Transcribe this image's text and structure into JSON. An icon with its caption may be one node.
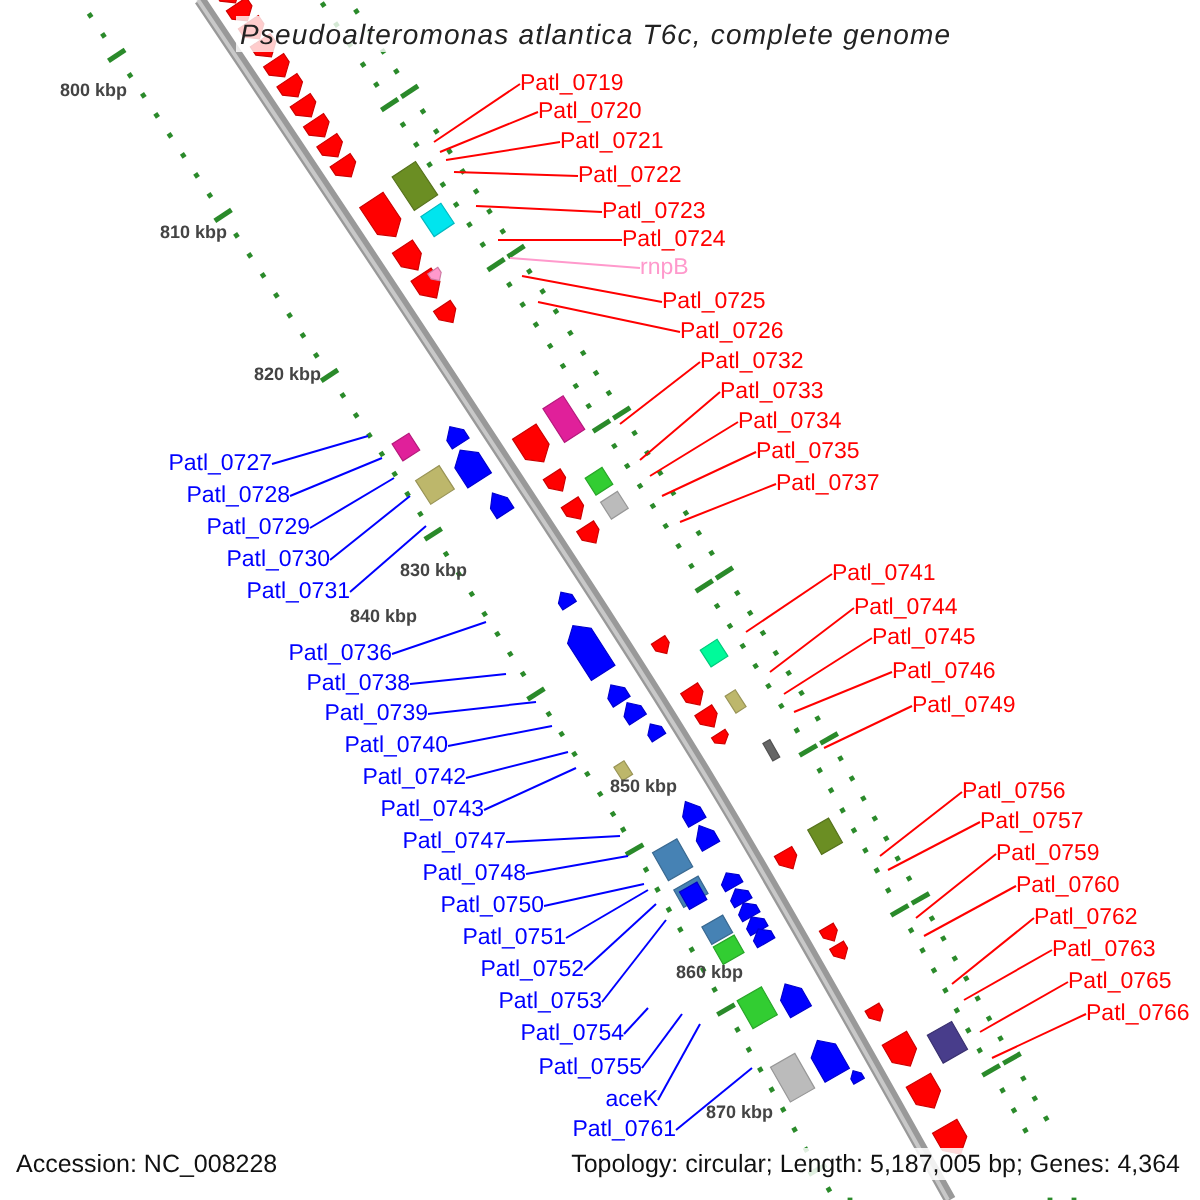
{
  "diagram": {
    "title": "Pseudoalteromonas atlantica T6c, complete genome",
    "nodes": [
      {
        "text": [
          "Patl_0719"
        ]
      },
      {
        "text": [
          "Patl_0720"
        ]
      },
      {
        "text": [
          "Patl_0721"
        ]
      },
      {
        "text": [
          "Patl_0722"
        ]
      },
      {
        "text": [
          "Patl_0723"
        ]
      },
      {
        "text": [
          "Patl_0724"
        ]
      },
      {
        "text": [
          "rnpB"
        ]
      },
      {
        "text": [
          "Patl_0725"
        ]
      },
      {
        "text": [
          "Patl_0726"
        ]
      },
      {
        "text": [
          "Patl_0727"
        ]
      },
      {
        "text": [
          "Patl_0728"
        ]
      },
      {
        "text": [
          "Patl_0729"
        ]
      },
      {
        "text": [
          "Patl_0730"
        ]
      },
      {
        "text": [
          "Patl_0731"
        ]
      },
      {
        "text": [
          "Patl_0732"
        ]
      },
      {
        "text": [
          "Patl_0733"
        ]
      },
      {
        "text": [
          "Patl_0734"
        ]
      },
      {
        "text": [
          "Patl_0735"
        ]
      },
      {
        "text": [
          "Patl_0737"
        ]
      },
      {
        "text": [
          "Patl_0736"
        ]
      },
      {
        "text": [
          "Patl_0738"
        ]
      },
      {
        "text": [
          "Patl_0739"
        ]
      },
      {
        "text": [
          "Patl_0740"
        ]
      },
      {
        "text": [
          "Patl_0741"
        ]
      },
      {
        "text": [
          "Patl_0744"
        ]
      },
      {
        "text": [
          "Patl_0745"
        ]
      },
      {
        "text": [
          "Patl_0746"
        ]
      },
      {
        "text": [
          "Patl_0749"
        ]
      },
      {
        "text": [
          "Patl_0742"
        ]
      },
      {
        "text": [
          "Patl_0743"
        ]
      },
      {
        "text": [
          "Patl_0747"
        ]
      },
      {
        "text": [
          "Patl_0748"
        ]
      },
      {
        "text": [
          "Patl_0750"
        ]
      },
      {
        "text": [
          "Patl_0751"
        ]
      },
      {
        "text": [
          "Patl_0752"
        ]
      },
      {
        "text": [
          "Patl_0753"
        ]
      },
      {
        "text": [
          "Patl_0754"
        ]
      },
      {
        "text": [
          "Patl_0755"
        ]
      },
      {
        "text": [
          "aceK"
        ]
      },
      {
        "text": [
          "Patl_0761"
        ]
      },
      {
        "text": [
          "Patl_0756"
        ]
      },
      {
        "text": [
          "Patl_0757"
        ]
      },
      {
        "text": [
          "Patl_0759"
        ]
      },
      {
        "text": [
          "Patl_0760"
        ]
      },
      {
        "text": [
          "Patl_0762"
        ]
      },
      {
        "text": [
          "Patl_0763"
        ]
      },
      {
        "text": [
          "Patl_0765"
        ]
      },
      {
        "text": [
          "Patl_0766"
        ]
      }
    ],
    "edges": [
      {
        "from": 0,
        "to": null,
        "arrow": "none"
      },
      {
        "from": 1,
        "to": null,
        "arrow": "none"
      },
      {
        "from": 2,
        "to": null,
        "arrow": "none"
      },
      {
        "from": 3,
        "to": null,
        "arrow": "none"
      },
      {
        "from": 4,
        "to": null,
        "arrow": "none"
      },
      {
        "from": 5,
        "to": null,
        "arrow": "none"
      },
      {
        "from": 6,
        "to": null,
        "arrow": "none",
        "color": "#ff99cc"
      },
      {
        "from": 7,
        "to": null,
        "arrow": "none"
      },
      {
        "from": 8,
        "to": null,
        "arrow": "none"
      },
      {
        "from": 9,
        "to": null,
        "arrow": "none",
        "color": "#0000ff"
      },
      {
        "from": 10,
        "to": null,
        "arrow": "none",
        "color": "#0000ff"
      },
      {
        "from": 11,
        "to": null,
        "arrow": "none",
        "color": "#0000ff"
      },
      {
        "from": 12,
        "to": null,
        "arrow": "none",
        "color": "#0000ff"
      },
      {
        "from": 13,
        "to": null,
        "arrow": "none",
        "color": "#0000ff"
      },
      {
        "from": 14,
        "to": null,
        "arrow": "none"
      },
      {
        "from": 15,
        "to": null,
        "arrow": "none"
      },
      {
        "from": 16,
        "to": null,
        "arrow": "none"
      },
      {
        "from": 17,
        "to": null,
        "arrow": "none"
      },
      {
        "from": 18,
        "to": null,
        "arrow": "none"
      },
      {
        "from": 19,
        "to": null,
        "arrow": "none",
        "color": "#0000ff"
      },
      {
        "from": 20,
        "to": null,
        "arrow": "none",
        "color": "#0000ff"
      },
      {
        "from": 21,
        "to": null,
        "arrow": "none",
        "color": "#0000ff"
      },
      {
        "from": 22,
        "to": null,
        "arrow": "none",
        "color": "#0000ff"
      },
      {
        "from": 23,
        "to": null,
        "arrow": "none"
      },
      {
        "from": 24,
        "to": null,
        "arrow": "none"
      },
      {
        "from": 25,
        "to": null,
        "arrow": "none"
      },
      {
        "from": 26,
        "to": null,
        "arrow": "none"
      },
      {
        "from": 27,
        "to": null,
        "arrow": "none"
      },
      {
        "from": 28,
        "to": null,
        "arrow": "none",
        "color": "#0000ff"
      },
      {
        "from": 29,
        "to": null,
        "arrow": "none",
        "color": "#0000ff"
      },
      {
        "from": 30,
        "to": null,
        "arrow": "none",
        "color": "#0000ff"
      },
      {
        "from": 31,
        "to": null,
        "arrow": "none",
        "color": "#0000ff"
      },
      {
        "from": 32,
        "to": null,
        "arrow": "none",
        "color": "#0000ff"
      },
      {
        "from": 33,
        "to": null,
        "arrow": "none",
        "color": "#0000ff"
      },
      {
        "from": 34,
        "to": null,
        "arrow": "none",
        "color": "#0000ff"
      },
      {
        "from": 35,
        "to": null,
        "arrow": "none",
        "color": "#0000ff"
      },
      {
        "from": 36,
        "to": null,
        "arrow": "none",
        "color": "#0000ff"
      },
      {
        "from": 37,
        "to": null,
        "arrow": "none",
        "color": "#0000ff"
      },
      {
        "from": 38,
        "to": null,
        "arrow": "none",
        "color": "#0000ff"
      },
      {
        "from": 39,
        "to": null,
        "arrow": "none",
        "color": "#0000ff"
      },
      {
        "from": 40,
        "to": null,
        "arrow": "none"
      },
      {
        "from": 41,
        "to": null,
        "arrow": "none"
      },
      {
        "from": 42,
        "to": null,
        "arrow": "none"
      },
      {
        "from": 43,
        "to": null,
        "arrow": "none"
      },
      {
        "from": 44,
        "to": null,
        "arrow": "none"
      },
      {
        "from": 45,
        "to": null,
        "arrow": "none"
      },
      {
        "from": 46,
        "to": null,
        "arrow": "none"
      },
      {
        "from": 47,
        "to": null,
        "arrow": "none"
      }
    ],
    "labels": [
      "800 kbp",
      "810 kbp",
      "820 kbp",
      "830 kbp",
      "840 kbp",
      "850 kbp",
      "860 kbp",
      "870 kbp",
      "Accession: NC_008228",
      "Topology: circular; Length: 5,187,005 bp; Genes: 4,364"
    ]
  }
}
